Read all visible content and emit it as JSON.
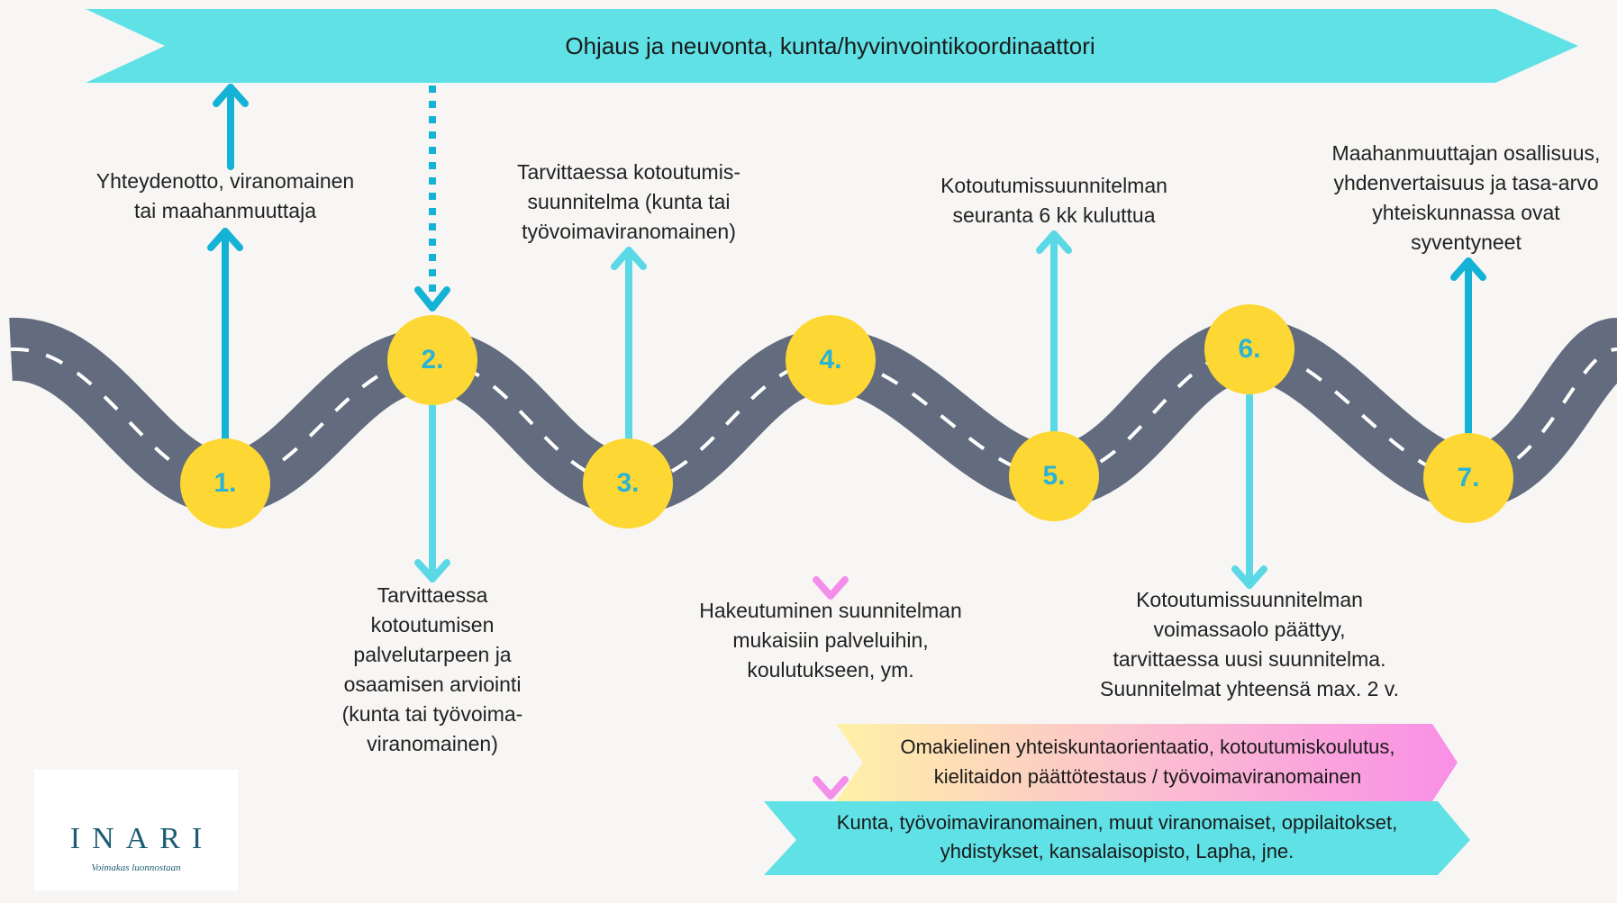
{
  "colors": {
    "background": "#f8f6f4",
    "banner": "#5fe1e6",
    "road": "#626c7e",
    "road_dash": "#ffffff",
    "node": "#fdd834",
    "node_number": "#2ab3d6",
    "arrow_dark": "#14b3d6",
    "arrow_light": "#5bd8e6",
    "arrow_pink": "#f48fe9",
    "gradient_start": "#fff0a8",
    "gradient_end": "#f98fe6",
    "logo_text": "#1c5d73"
  },
  "top_banner": {
    "text": "Ohjaus ja neuvonta, kunta/hyvinvointikoordinaattori"
  },
  "steps": [
    {
      "number": "1.",
      "label": "Yhteydenotto, viranomainen\ntai maahanmuuttaja"
    },
    {
      "number": "2.",
      "label": "Tarvittaessa\nkotoutumisen\npalvelutarpeen ja\nosaamisen arviointi\n(kunta tai työvoima-\nviranomainen)"
    },
    {
      "number": "3.",
      "label": "Tarvittaessa kotoutumis-\nsuunnitelma (kunta tai\ntyövoimaviranomainen)"
    },
    {
      "number": "4.",
      "label": "Hakeutuminen suunnitelman\nmukaisiin palveluihin,\nkoulutukseen, ym."
    },
    {
      "number": "5.",
      "label": "Kotoutumissuunnitelman\nseuranta 6 kk kuluttua"
    },
    {
      "number": "6.",
      "label": "Kotoutumissuunnitelman\nvoimassaolo päättyy,\ntarvittaessa uusi suunnitelma.\nSuunnitelmat yhteensä max. 2 v."
    },
    {
      "number": "7.",
      "label": "Maahanmuuttajan osallisuus,\nyhdenvertaisuus ja tasa-arvo\nyhteiskunnassa ovat\nsyventyneet"
    }
  ],
  "gradient_banner": {
    "text": "Omakielinen yhteiskuntaorientaatio, kotoutumiskoulutus,\nkielitaidon päättötestaus / työvoimaviranomainen"
  },
  "bottom_banner": {
    "text": "Kunta, työvoimaviranomainen, muut viranomaiset, oppilaitokset,\nyhdistykset, kansalaisopisto, Lapha, jne."
  },
  "logo": {
    "name": "INARI",
    "tagline": "Voimakas luonnostaan"
  }
}
